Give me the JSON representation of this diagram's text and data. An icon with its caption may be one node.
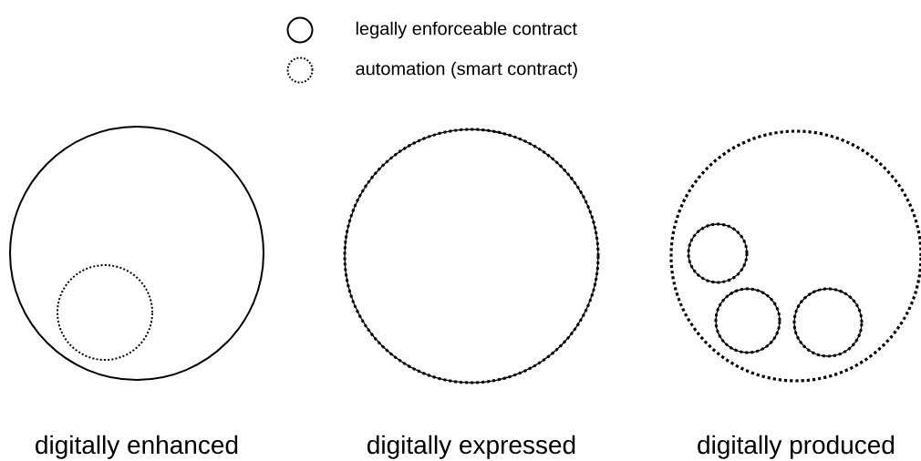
{
  "diagram": {
    "nodes": [
      {
        "text": [],
        "shape": "circle",
        "beside": [
          "digitally enhanced"
        ]
      },
      {
        "text": [],
        "shape": "circle",
        "in": 0
      },
      {
        "text": [],
        "shape": "circle",
        "beside": [
          "digitally expressed"
        ]
      },
      {
        "text": [],
        "shape": "circle",
        "beside": [
          "digitally produced"
        ]
      },
      {
        "text": [],
        "shape": "circle",
        "in": 3
      },
      {
        "text": [],
        "shape": "circle",
        "in": 3
      },
      {
        "text": [],
        "shape": "circle",
        "in": 3
      }
    ],
    "edges": [],
    "legend": [
      {
        "text": "legally enforceable contract"
      },
      {
        "text": "automation (smart contract)"
      }
    ]
  }
}
